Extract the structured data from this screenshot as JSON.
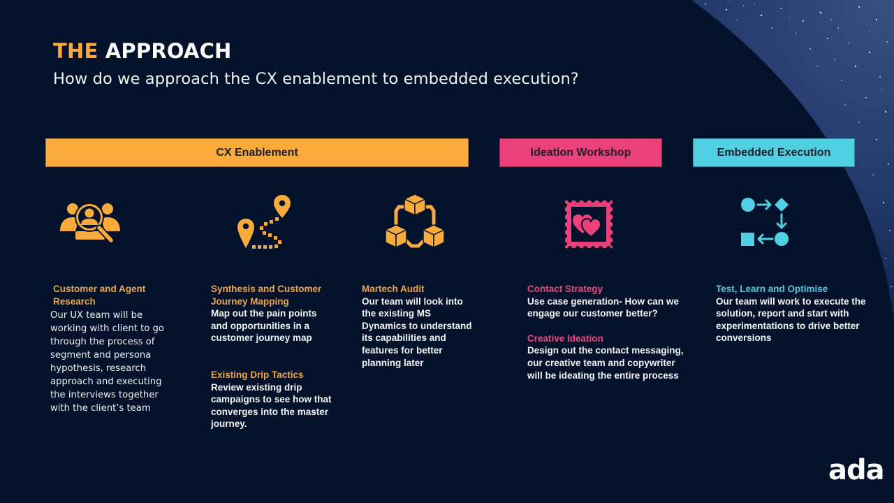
{
  "header": {
    "title_accent": "THE",
    "title_main": "APPROACH",
    "subtitle": "How do we approach the CX enablement to embedded execution?"
  },
  "colors": {
    "background": "#02122b",
    "cx_orange": "#fbab3c",
    "ideation_pink": "#ec407a",
    "embedded_cyan": "#4fd1e3"
  },
  "phases": [
    {
      "label": "CX Enablement",
      "color": "#fbab3c"
    },
    {
      "label": "Ideation Workshop",
      "color": "#ec407a"
    },
    {
      "label": "Embedded Execution",
      "color": "#4fd1e3"
    }
  ],
  "columns": [
    {
      "icon": "people-search-icon",
      "sections": [
        {
          "heading": "Customer and Agent Research",
          "body": "Our UX team will be working with client to go through the process of segment and persona hypothesis, research approach and executing the interviews together with the client’s team"
        }
      ]
    },
    {
      "icon": "journey-map-pins-icon",
      "sections": [
        {
          "heading": "Synthesis and Customer Journey Mapping",
          "body": "Map out the pain points and opportunities in a customer journey map"
        },
        {
          "heading": "Existing Drip Tactics",
          "body": "Review existing drip campaigns to see how that converges into the master journey."
        }
      ]
    },
    {
      "icon": "connected-cubes-icon",
      "sections": [
        {
          "heading": "Martech Audit",
          "body": "Our team will look into the existing MS Dynamics to understand its capabilities and features for better planning later"
        }
      ]
    },
    {
      "icon": "hearts-stamp-icon",
      "sections": [
        {
          "heading": "Contact Strategy",
          "body": "Use case generation- How can we engage our customer better?"
        },
        {
          "heading": "Creative Ideation",
          "body": "Design out the contact messaging, our creative team and copywriter will be ideating the entire process"
        }
      ]
    },
    {
      "icon": "process-flow-icon",
      "sections": [
        {
          "heading": "Test, Learn and Optimise",
          "body": "Our team will work to execute the solution, report and start with experimentations to drive better conversions"
        }
      ]
    }
  ],
  "logo": {
    "text": "ada"
  }
}
